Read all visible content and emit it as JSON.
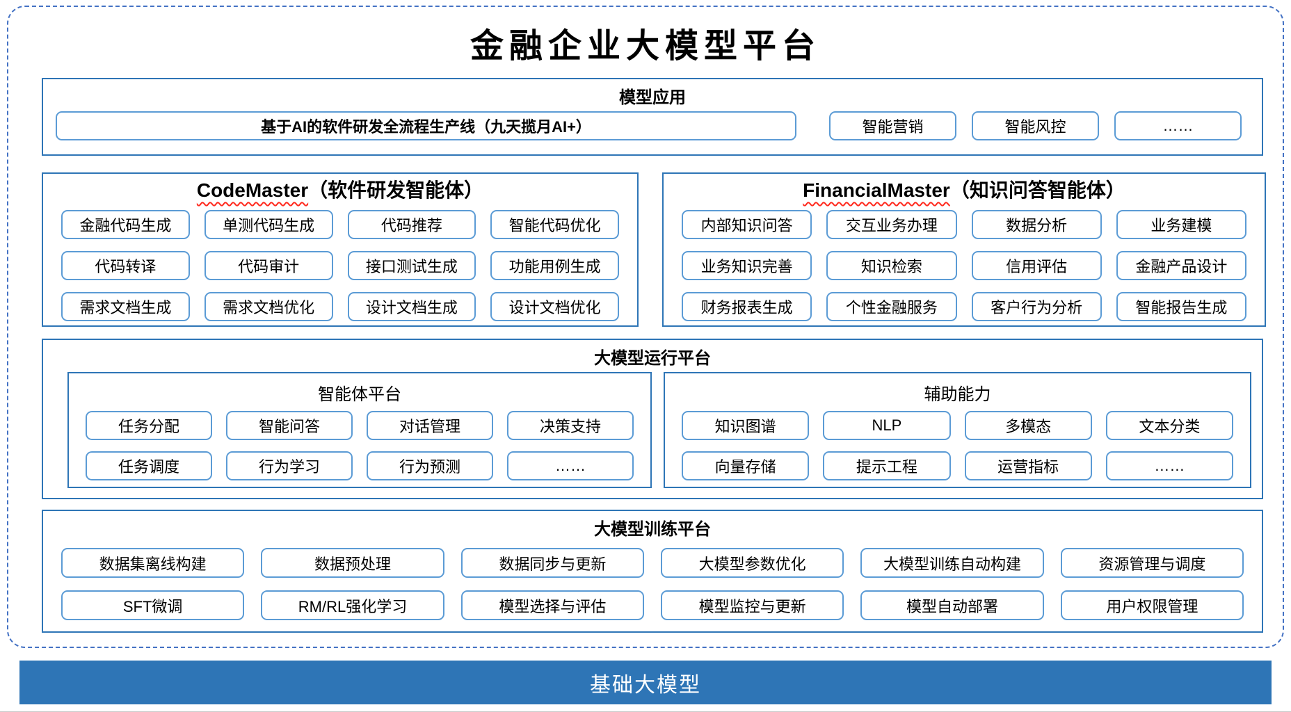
{
  "title": "金融企业大模型平台",
  "colors": {
    "section_border": "#2E75B6",
    "item_border": "#5B9BD5",
    "dashed_frame": "#4472C4",
    "base_bar": "#2E75B6",
    "spellcheck_wavy": "#ff2a1e"
  },
  "model_applications": {
    "title": "模型应用",
    "main_item": "基于AI的软件研发全流程生产线（九天揽月AI+）",
    "items": [
      "智能营销",
      "智能风控",
      "……"
    ]
  },
  "code_master": {
    "title_en": "CodeMaster",
    "title_zh": "（软件研发智能体）",
    "items": [
      "金融代码生成",
      "单测代码生成",
      "代码推荐",
      "智能代码优化",
      "代码转译",
      "代码审计",
      "接口测试生成",
      "功能用例生成",
      "需求文档生成",
      "需求文档优化",
      "设计文档生成",
      "设计文档优化"
    ]
  },
  "financial_master": {
    "title_en": "FinancialMaster",
    "title_zh": "（知识问答智能体）",
    "items": [
      "内部知识问答",
      "交互业务办理",
      "数据分析",
      "业务建模",
      "业务知识完善",
      "知识检索",
      "信用评估",
      "金融产品设计",
      "财务报表生成",
      "个性金融服务",
      "客户行为分析",
      "智能报告生成"
    ]
  },
  "runtime_platform": {
    "title": "大模型运行平台",
    "agent_platform": {
      "title": "智能体平台",
      "items": [
        "任务分配",
        "智能问答",
        "对话管理",
        "决策支持",
        "任务调度",
        "行为学习",
        "行为预测",
        "……"
      ]
    },
    "aux_capabilities": {
      "title": "辅助能力",
      "items": [
        "知识图谱",
        "NLP",
        "多模态",
        "文本分类",
        "向量存储",
        "提示工程",
        "运营指标",
        "……"
      ]
    }
  },
  "training_platform": {
    "title": "大模型训练平台",
    "items": [
      "数据集离线构建",
      "数据预处理",
      "数据同步与更新",
      "大模型参数优化",
      "大模型训练自动构建",
      "资源管理与调度",
      "SFT微调",
      "RM/RL强化学习",
      "模型选择与评估",
      "模型监控与更新",
      "模型自动部署",
      "用户权限管理"
    ]
  },
  "base_model": {
    "title": "基础大模型"
  }
}
